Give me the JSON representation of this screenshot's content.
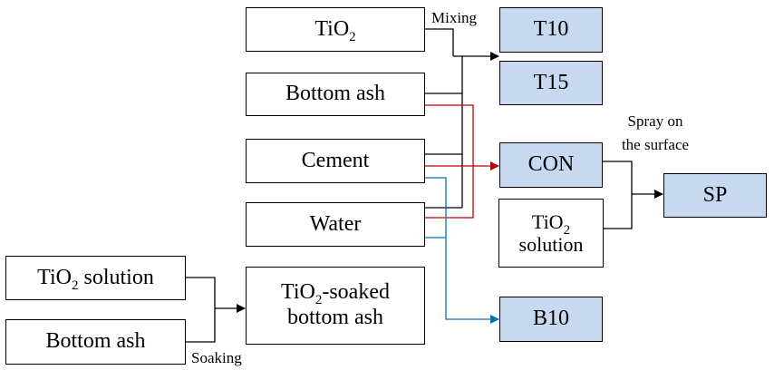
{
  "nodes": {
    "tio2": {
      "text": "TiO",
      "sub": "2"
    },
    "bottom_ash": "Bottom ash",
    "cement": "Cement",
    "water": "Water",
    "tio2_solution_left": {
      "text": "TiO",
      "sub": "2",
      "rest": " solution"
    },
    "bottom_ash_left": "Bottom ash",
    "soaked": {
      "text": "TiO",
      "sub": "2",
      "rest": "-soaked",
      "line2": "bottom ash"
    },
    "tio2_solution_right": {
      "text": "TiO",
      "sub": "2",
      "line2": "solution"
    },
    "t10": "T10",
    "t15": "T15",
    "con": "CON",
    "sp": "SP",
    "b10": "B10"
  },
  "labels": {
    "mixing": "Mixing",
    "spray_line1": "Spray on",
    "spray_line2": "the surface",
    "soaking": "Soaking"
  },
  "colors": {
    "box_fill": "#c6d9f1",
    "line": "#000000",
    "red": "#c00000",
    "blue": "#0070c0"
  }
}
